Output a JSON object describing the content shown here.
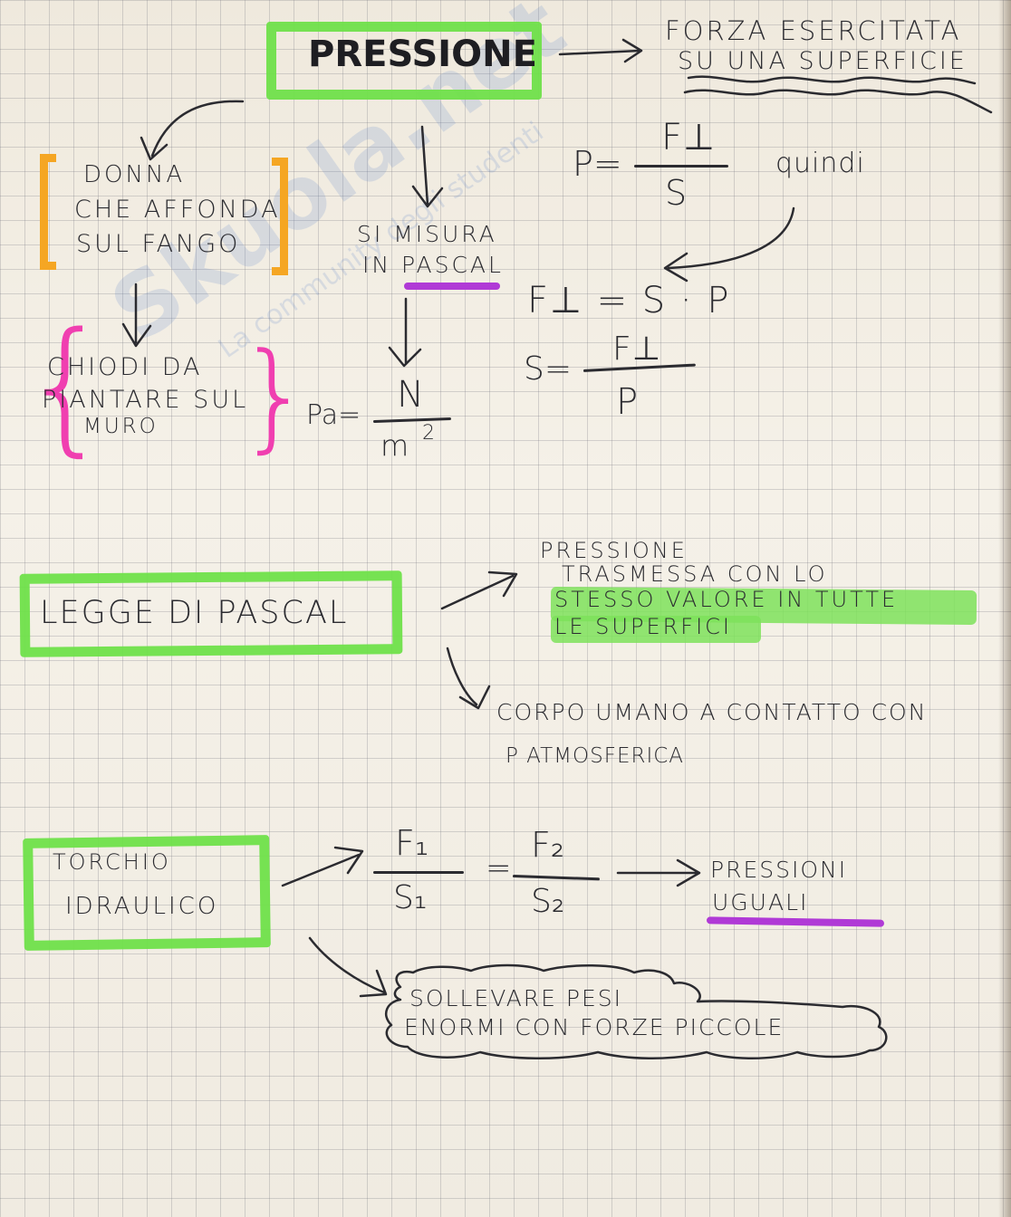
{
  "watermark": {
    "text": "Skuola.net",
    "tagline": "La community degli studenti"
  },
  "pressione": {
    "title": "PRESSIONE",
    "definition": [
      "FORZA ESERCITATA",
      "SU UNA SUPERFICIE"
    ],
    "example1": [
      "DONNA",
      "CHE AFFONDA",
      "SUL FANGO"
    ],
    "example2": [
      "CHIODI DA",
      "PIANTARE SUL",
      "MURO"
    ],
    "unit_label": [
      "SI MISURA",
      "IN PASCAL"
    ],
    "unit_formula": {
      "lhs": "Pa=",
      "num": "N",
      "den": "m",
      "exp": "2"
    },
    "formula_main": {
      "lhs": "P=",
      "num": "F⊥",
      "den": "S"
    },
    "connector": "quindi",
    "formula_force": "F⊥ = S · P",
    "formula_surface": {
      "lhs": "S=",
      "num": "F⊥",
      "den": "P"
    }
  },
  "legge_pascal": {
    "title": "LEGGE DI PASCAL",
    "statement": [
      "PRESSIONE",
      "TRASMESSA CON LO",
      "STESSO VALORE IN TUTTE",
      "LE SUPERFICI"
    ],
    "example": [
      "CORPO UMANO A CONTATTO CON",
      "P ATMOSFERICA"
    ]
  },
  "torchio": {
    "title": [
      "TORCHIO",
      "IDRAULICO"
    ],
    "formula": {
      "n1": "F₁",
      "d1": "S₁",
      "eq": "=",
      "n2": "F₂",
      "d2": "S₂"
    },
    "result": [
      "PRESSIONI",
      "UGUALI"
    ],
    "application": [
      "SOLLEVARE PESI",
      "ENORMI CON FORZE PICCOLE"
    ]
  },
  "colors": {
    "highlighter_green": "#6fe04a",
    "orange": "#f5a623",
    "pink": "#f03fb0",
    "purple": "#b03ad6"
  }
}
